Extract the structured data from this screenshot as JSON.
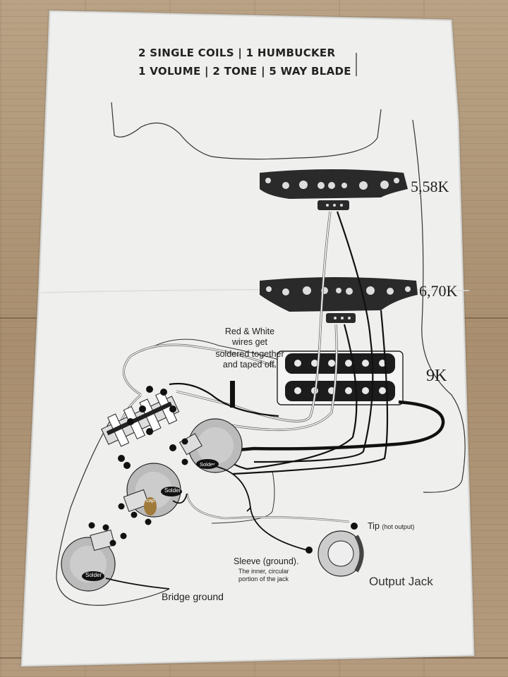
{
  "header": {
    "line1": "2 SINGLE COILS | 1 HUMBUCKER",
    "line2": "1 VOLUME | 2 TONE | 5 WAY BLADE"
  },
  "pickups": {
    "neck_resistance": "5,58K",
    "middle_resistance": "6,70K",
    "humbucker_resistance": "9K"
  },
  "notes": {
    "red_white_1": "Red & White",
    "red_white_2": "wires get",
    "red_white_3": "soldered together",
    "red_white_4": "and taped off.",
    "tip": "Tip",
    "tip_sub": "(hot output)",
    "sleeve": "Sleeve (ground).",
    "sleeve_sub1": "The inner, circular",
    "sleeve_sub2": "portion of the jack",
    "output_jack": "Output Jack",
    "bridge_ground": "Bridge ground",
    "solder": "Solder",
    "cap": "cap"
  }
}
